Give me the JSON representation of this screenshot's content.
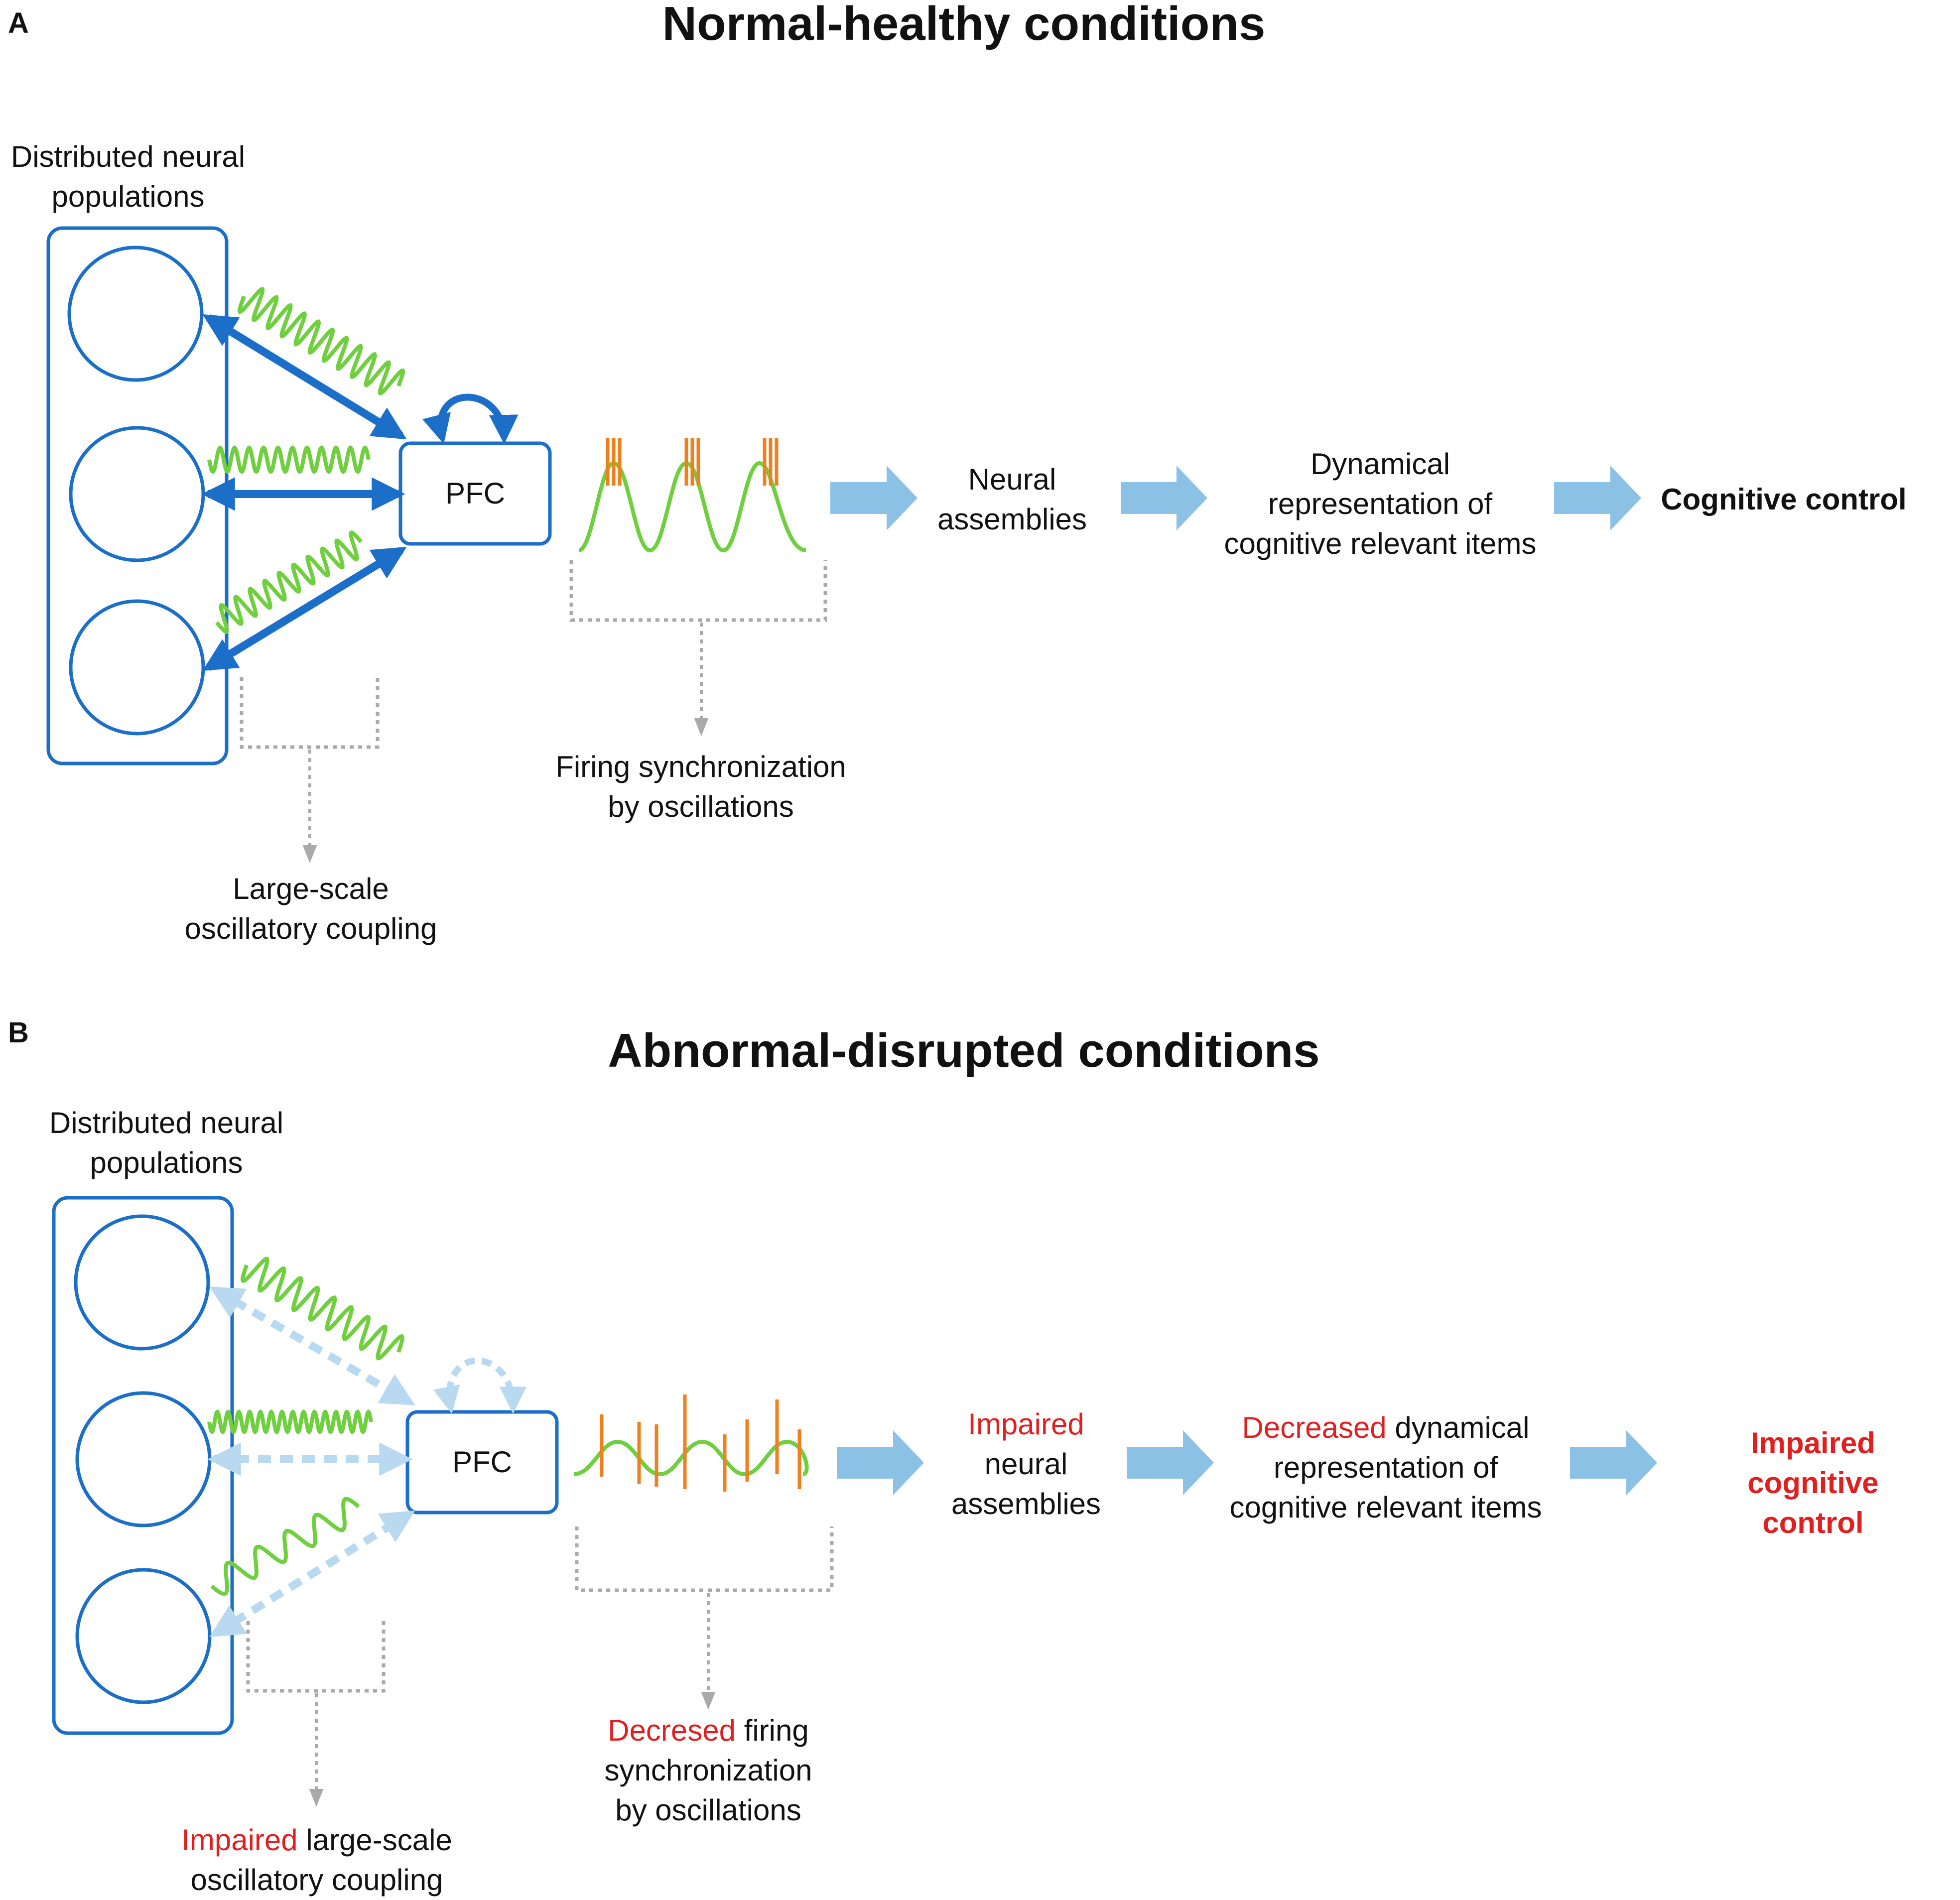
{
  "panel_a": {
    "letter": "A",
    "title": "Normal-healthy conditions",
    "populations_label": "Distributed neural\npopulations",
    "pfc_label": "PFC",
    "firing_sync_label": "Firing synchronization\nby oscillations",
    "coupling_label": "Large-scale\noscillatory coupling",
    "assemblies_label": "Neural\nassemblies",
    "representation_label": "Dynamical\nrepresentation of\ncognitive relevant items",
    "outcome_label": "Cognitive control"
  },
  "panel_b": {
    "letter": "B",
    "title": "Abnormal-disrupted conditions",
    "populations_label": "Distributed neural\npopulations",
    "pfc_label": "PFC",
    "firing_sync_red": "Decresed",
    "firing_sync_rest_line1": " firing",
    "firing_sync_rest": "synchronization\nby oscillations",
    "coupling_red": "Impaired",
    "coupling_rest_line1": " large-scale",
    "coupling_rest": "oscillatory coupling",
    "assemblies_red": "Impaired",
    "assemblies_rest": "neural\nassemblies",
    "representation_red": "Decreased",
    "representation_rest_line1": " dynamical",
    "representation_rest": "representation of\ncognitive relevant items",
    "outcome_label": "Impaired cognitive\ncontrol"
  },
  "colors": {
    "strong_blue": "#1b6fc9",
    "light_blue": "#b8d9f0",
    "flow_arrow": "#8cc1e6",
    "green_wave": "#6fcf3f",
    "spike_orange": "#f07f1e",
    "bracket_grey": "#a9a9a9",
    "impaired_red": "#e02020"
  }
}
